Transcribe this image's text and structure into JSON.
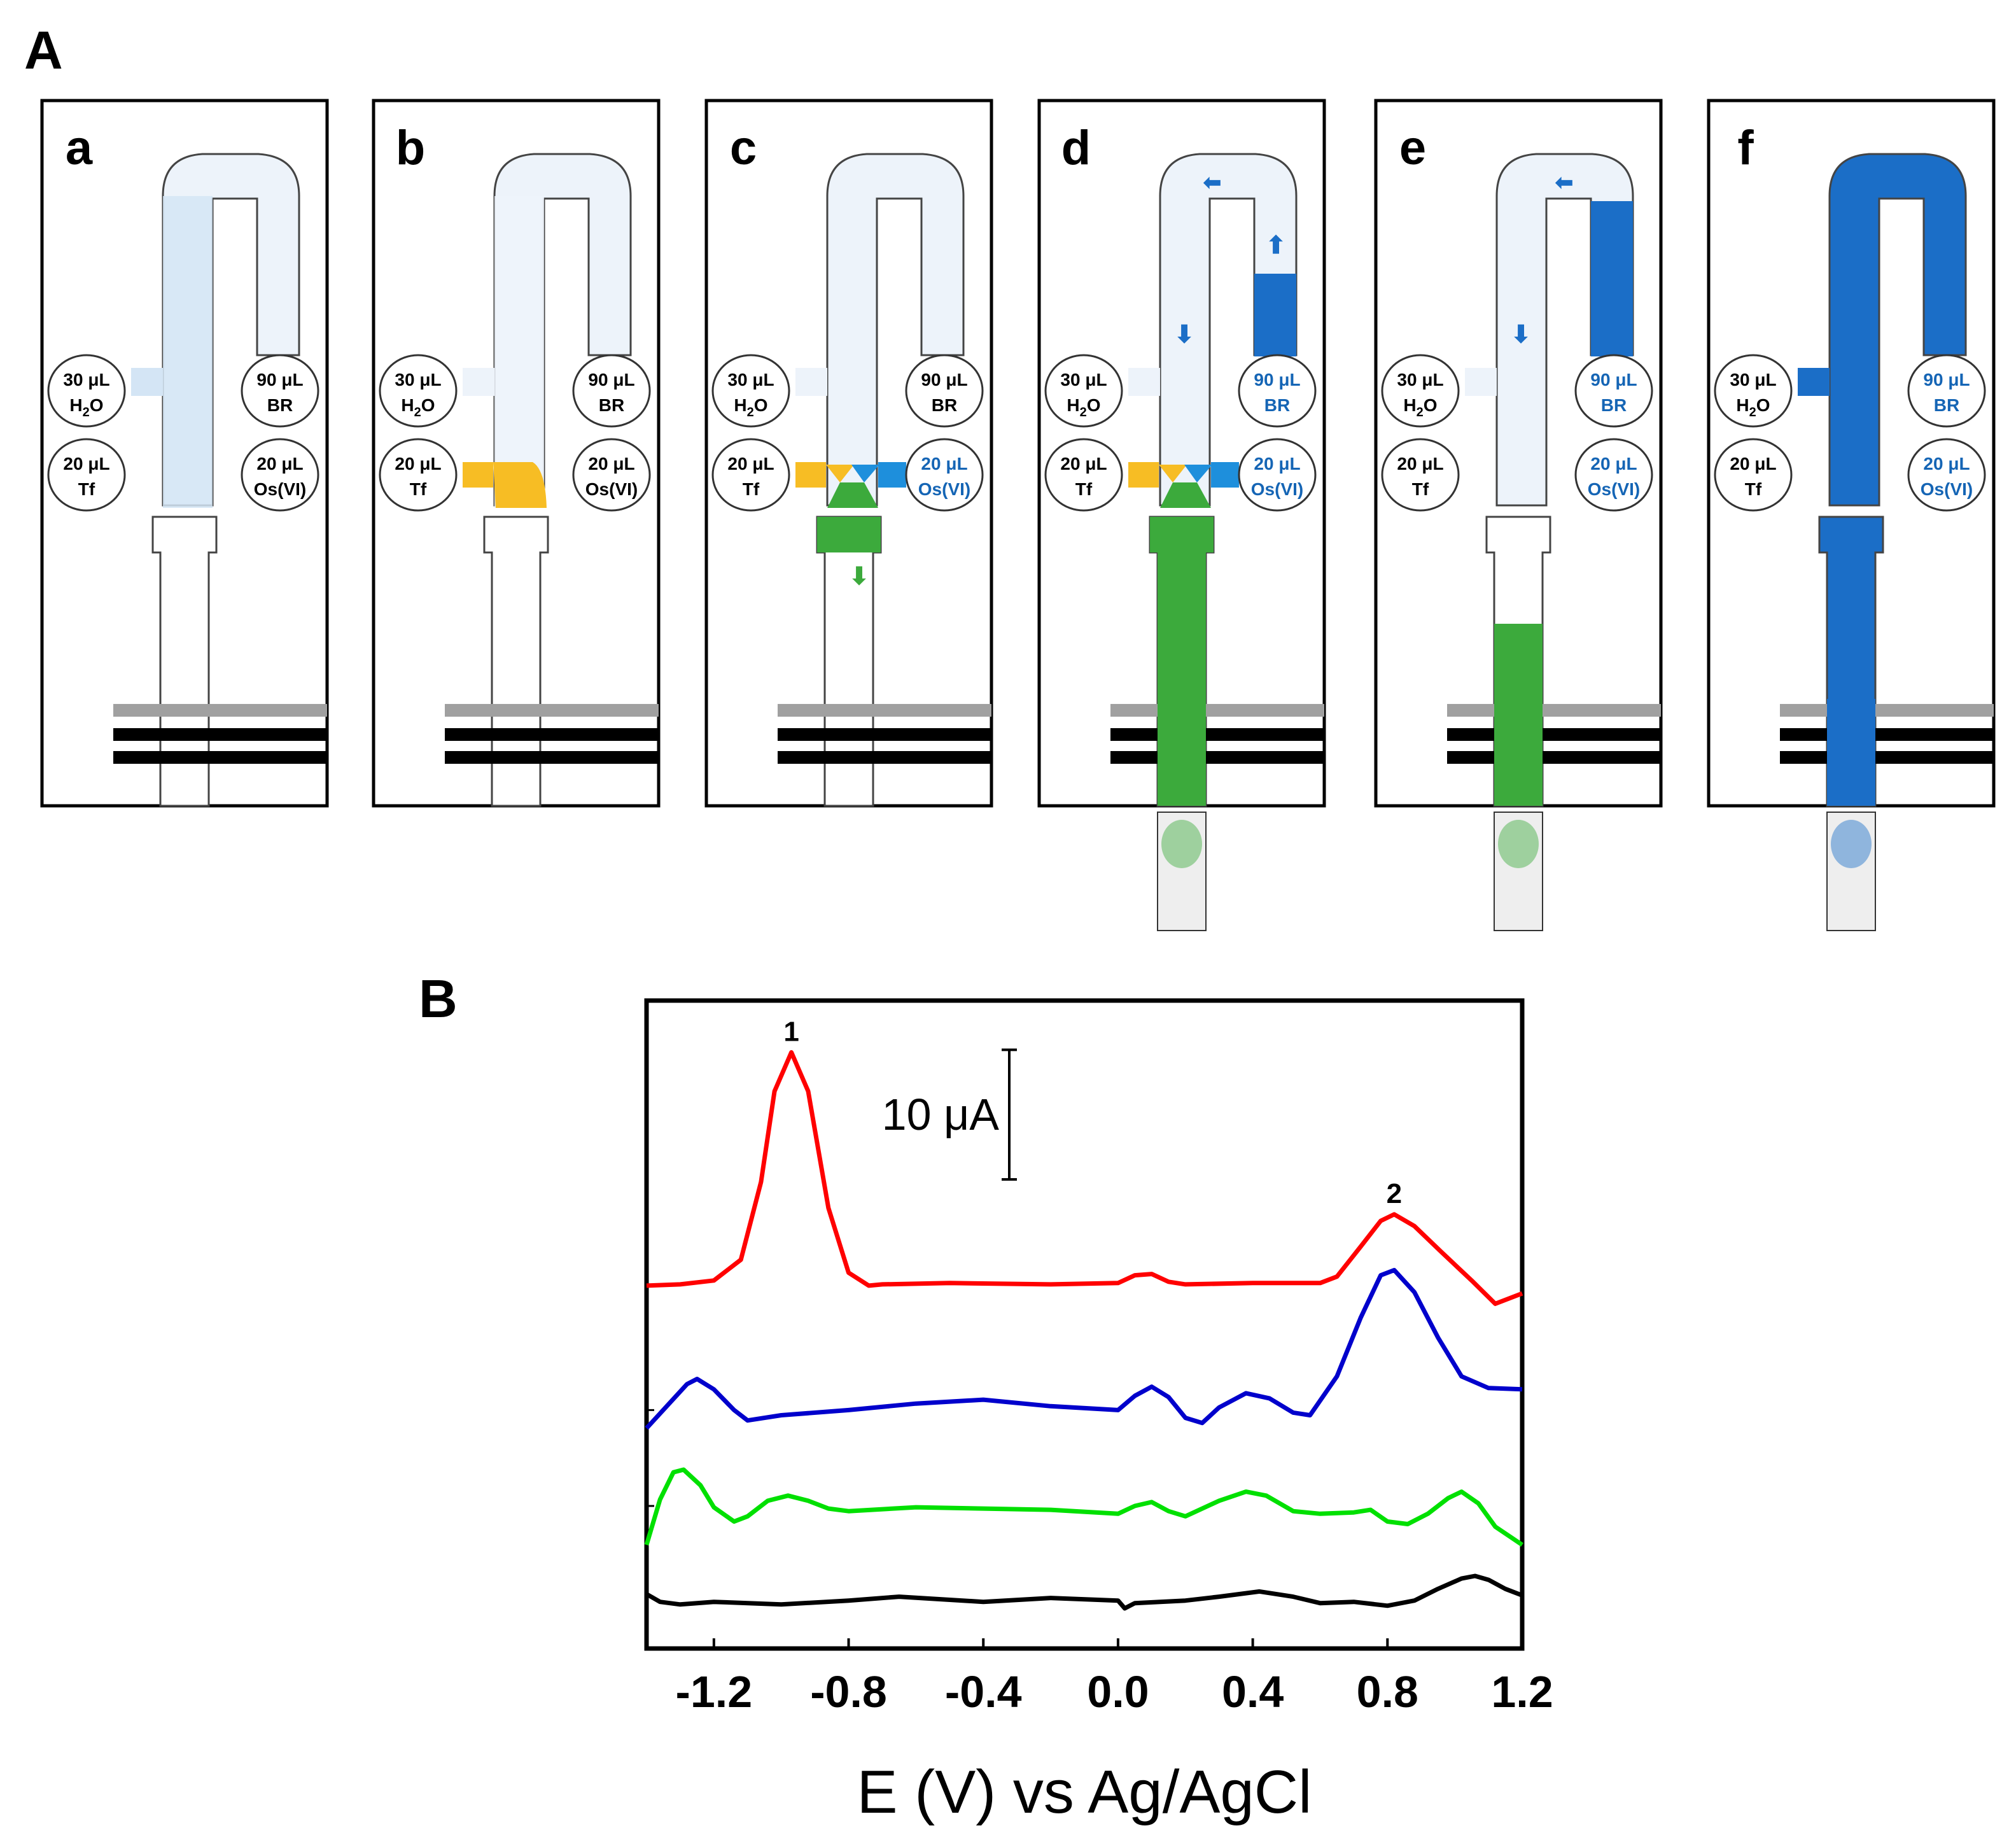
{
  "figure": {
    "panel_A_label": "A",
    "panel_B_label": "B"
  },
  "colors": {
    "empty_channel": "#edf3fa",
    "water_fill": "#d4e5f5",
    "transferrin": "#f7bd24",
    "osmium": "#1e8fdc",
    "mixture": "#3caa3c",
    "buffer": "#1b6ec7",
    "arrow_dark_blue": "#1b6ec7",
    "arrow_green": "#3caa3c",
    "label_blue": "#1565b5"
  },
  "reservoirs": {
    "h2o_amount": "30 μL",
    "h2o_label_main": "H",
    "h2o_label_sub": "2",
    "h2o_label_tail": "O",
    "br_amount": "90 μL",
    "br_label": "BR",
    "tf_amount": "20 μL",
    "tf_label": "Tf",
    "os_amount": "20 μL",
    "os_label": "Os(VI)"
  },
  "steps": [
    {
      "label": "a"
    },
    {
      "label": "b"
    },
    {
      "label": "c"
    },
    {
      "label": "d"
    },
    {
      "label": "e"
    },
    {
      "label": "f"
    }
  ],
  "chart_data": {
    "type": "line",
    "xlabel": "E (V) vs Ag/AgCl",
    "ylabel": "",
    "xlim": [
      -1.4,
      1.2
    ],
    "x_ticks": [
      "-1.2",
      "-0.8",
      "-0.4",
      "0.0",
      "0.4",
      "0.8",
      "1.2"
    ],
    "x_tick_values": [
      -1.2,
      -0.8,
      -0.4,
      0.0,
      0.4,
      0.8,
      1.2
    ],
    "y_unit": "μA",
    "scale_bar_label": "10 μA",
    "scale_bar_value": 10,
    "grid": false,
    "peak_labels": [
      {
        "text": "1",
        "x": -0.97
      },
      {
        "text": "2",
        "x": 0.82
      }
    ],
    "series": [
      {
        "color": "#ff0000",
        "points": [
          [
            -1.4,
            0.0
          ],
          [
            -1.3,
            0.1
          ],
          [
            -1.2,
            0.4
          ],
          [
            -1.12,
            2.0
          ],
          [
            -1.06,
            8.0
          ],
          [
            -1.02,
            15.0
          ],
          [
            -0.97,
            18.0
          ],
          [
            -0.92,
            15.0
          ],
          [
            -0.86,
            6.0
          ],
          [
            -0.8,
            1.0
          ],
          [
            -0.74,
            0.0
          ],
          [
            -0.7,
            0.1
          ],
          [
            -0.5,
            0.2
          ],
          [
            -0.2,
            0.1
          ],
          [
            0.0,
            0.2
          ],
          [
            0.05,
            0.8
          ],
          [
            0.1,
            0.9
          ],
          [
            0.15,
            0.3
          ],
          [
            0.2,
            0.1
          ],
          [
            0.4,
            0.2
          ],
          [
            0.6,
            0.2
          ],
          [
            0.65,
            0.7
          ],
          [
            0.72,
            3.0
          ],
          [
            0.78,
            5.0
          ],
          [
            0.82,
            5.5
          ],
          [
            0.88,
            4.6
          ],
          [
            0.96,
            2.6
          ],
          [
            1.05,
            0.4
          ],
          [
            1.12,
            -1.4
          ],
          [
            1.2,
            -0.6
          ]
        ]
      },
      {
        "color": "#0000cc",
        "points": [
          [
            -1.4,
            -11.0
          ],
          [
            -1.34,
            -9.3
          ],
          [
            -1.28,
            -7.6
          ],
          [
            -1.25,
            -7.2
          ],
          [
            -1.2,
            -8.0
          ],
          [
            -1.14,
            -9.6
          ],
          [
            -1.1,
            -10.4
          ],
          [
            -1.0,
            -10.0
          ],
          [
            -0.8,
            -9.6
          ],
          [
            -0.6,
            -9.1
          ],
          [
            -0.4,
            -8.8
          ],
          [
            -0.2,
            -9.3
          ],
          [
            0.0,
            -9.6
          ],
          [
            0.05,
            -8.5
          ],
          [
            0.1,
            -7.8
          ],
          [
            0.15,
            -8.6
          ],
          [
            0.2,
            -10.2
          ],
          [
            0.25,
            -10.6
          ],
          [
            0.3,
            -9.4
          ],
          [
            0.38,
            -8.3
          ],
          [
            0.45,
            -8.7
          ],
          [
            0.52,
            -9.8
          ],
          [
            0.57,
            -10.0
          ],
          [
            0.65,
            -7.0
          ],
          [
            0.72,
            -2.5
          ],
          [
            0.78,
            0.8
          ],
          [
            0.82,
            1.2
          ],
          [
            0.88,
            -0.5
          ],
          [
            0.95,
            -4.0
          ],
          [
            1.02,
            -7.0
          ],
          [
            1.1,
            -7.9
          ],
          [
            1.2,
            -8.0
          ]
        ]
      },
      {
        "color": "#00e000",
        "points": [
          [
            -1.4,
            -20.0
          ],
          [
            -1.36,
            -16.5
          ],
          [
            -1.32,
            -14.4
          ],
          [
            -1.29,
            -14.2
          ],
          [
            -1.24,
            -15.4
          ],
          [
            -1.2,
            -17.1
          ],
          [
            -1.14,
            -18.2
          ],
          [
            -1.1,
            -17.8
          ],
          [
            -1.04,
            -16.6
          ],
          [
            -0.98,
            -16.2
          ],
          [
            -0.92,
            -16.6
          ],
          [
            -0.86,
            -17.2
          ],
          [
            -0.8,
            -17.4
          ],
          [
            -0.6,
            -17.1
          ],
          [
            -0.2,
            -17.3
          ],
          [
            0.0,
            -17.6
          ],
          [
            0.05,
            -17.0
          ],
          [
            0.1,
            -16.7
          ],
          [
            0.15,
            -17.4
          ],
          [
            0.2,
            -17.8
          ],
          [
            0.3,
            -16.6
          ],
          [
            0.38,
            -15.9
          ],
          [
            0.44,
            -16.2
          ],
          [
            0.52,
            -17.4
          ],
          [
            0.6,
            -17.6
          ],
          [
            0.7,
            -17.5
          ],
          [
            0.75,
            -17.3
          ],
          [
            0.8,
            -18.2
          ],
          [
            0.86,
            -18.4
          ],
          [
            0.92,
            -17.6
          ],
          [
            0.98,
            -16.4
          ],
          [
            1.02,
            -15.9
          ],
          [
            1.07,
            -16.8
          ],
          [
            1.12,
            -18.6
          ],
          [
            1.2,
            -20.0
          ]
        ]
      },
      {
        "color": "#000000",
        "points": [
          [
            -1.4,
            -23.8
          ],
          [
            -1.36,
            -24.4
          ],
          [
            -1.3,
            -24.6
          ],
          [
            -1.2,
            -24.4
          ],
          [
            -1.0,
            -24.6
          ],
          [
            -0.8,
            -24.3
          ],
          [
            -0.65,
            -24.0
          ],
          [
            -0.4,
            -24.4
          ],
          [
            -0.2,
            -24.1
          ],
          [
            0.0,
            -24.3
          ],
          [
            0.02,
            -24.9
          ],
          [
            0.05,
            -24.5
          ],
          [
            0.2,
            -24.3
          ],
          [
            0.3,
            -24.0
          ],
          [
            0.42,
            -23.6
          ],
          [
            0.52,
            -24.0
          ],
          [
            0.6,
            -24.5
          ],
          [
            0.7,
            -24.4
          ],
          [
            0.8,
            -24.7
          ],
          [
            0.88,
            -24.3
          ],
          [
            0.95,
            -23.4
          ],
          [
            1.02,
            -22.6
          ],
          [
            1.06,
            -22.4
          ],
          [
            1.1,
            -22.7
          ],
          [
            1.15,
            -23.4
          ],
          [
            1.2,
            -23.9
          ]
        ]
      }
    ]
  }
}
